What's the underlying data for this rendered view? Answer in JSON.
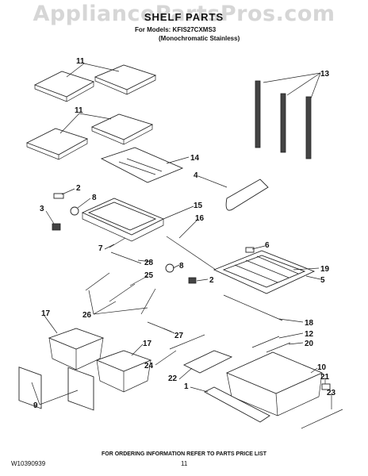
{
  "watermark": "AppliancePartsPros.com",
  "header": {
    "title": "SHELF PARTS",
    "models_line": "For Models: KFIS27CXMS3",
    "models_sub": "(Monochromatic Stainless)"
  },
  "callouts": {
    "c11a": "11",
    "c11b": "11",
    "c13": "13",
    "c14": "14",
    "c4": "4",
    "c2a": "2",
    "c8a": "8",
    "c3": "3",
    "c15": "15",
    "c16": "16",
    "c7": "7",
    "c28": "28",
    "c6": "6",
    "c19": "19",
    "c5": "5",
    "c8b": "8",
    "c2b": "2",
    "c25": "25",
    "c26": "26",
    "c18": "18",
    "c12": "12",
    "c20": "20",
    "c27": "27",
    "c17a": "17",
    "c17b": "17",
    "c24": "24",
    "c10": "10",
    "c21": "21",
    "c22": "22",
    "c1": "1",
    "c23": "23",
    "c9": "9"
  },
  "footer": {
    "note": "FOR ORDERING INFORMATION REFER TO PARTS PRICE LIST",
    "doc_number": "W10390939",
    "page_number": "11"
  }
}
